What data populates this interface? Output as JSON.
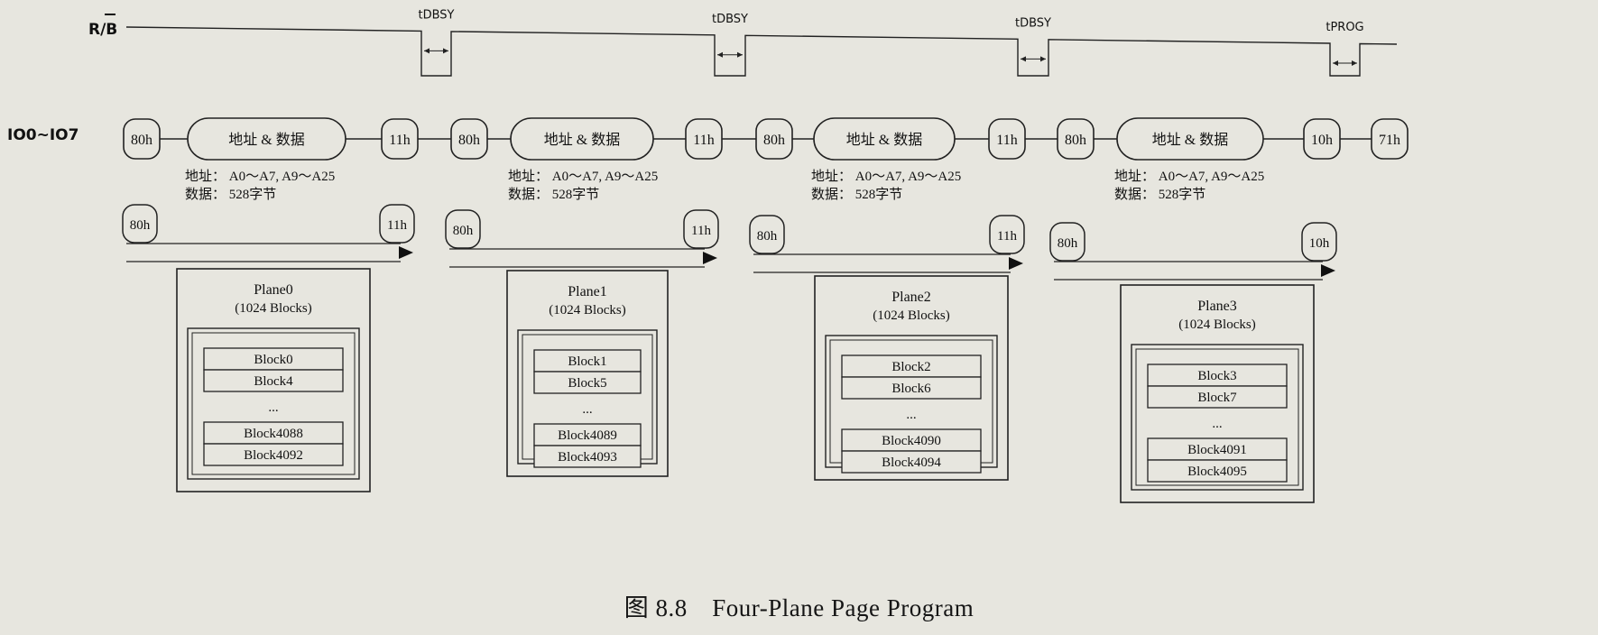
{
  "timing": {
    "rb_label": "R/B",
    "io_label": "IO0~IO7",
    "pulse_labels": [
      "tDBSY",
      "tDBSY",
      "tDBSY",
      "tPROG"
    ]
  },
  "sequence": [
    {
      "cmd1": "80h",
      "data_label": "地址 & 数据",
      "cmd2": "11h",
      "addr": "地址： A0～A7, A9～A25",
      "bytes": "数据： 528字节"
    },
    {
      "cmd1": "80h",
      "data_label": "地址 & 数据",
      "cmd2": "11h",
      "addr": "地址： A0～A7, A9～A25",
      "bytes": "数据： 528字节"
    },
    {
      "cmd1": "80h",
      "data_label": "地址 & 数据",
      "cmd2": "11h",
      "addr": "地址： A0～A7, A9～A25",
      "bytes": "数据： 528字节"
    },
    {
      "cmd1": "80h",
      "data_label": "地址 & 数据",
      "cmd2": "10h",
      "addr": "地址： A0～A7, A9～A25",
      "bytes": "数据： 528字节"
    }
  ],
  "final_cmd": "71h",
  "planes": [
    {
      "title": "Plane0",
      "subtitle": "(1024 Blocks)",
      "start_cmd": "80h",
      "end_cmd": "11h",
      "blocks_top": [
        "Block0",
        "Block4"
      ],
      "ellipsis": "...",
      "blocks_bottom": [
        "Block4088",
        "Block4092"
      ]
    },
    {
      "title": "Plane1",
      "subtitle": "(1024 Blocks)",
      "start_cmd": "80h",
      "end_cmd": "11h",
      "blocks_top": [
        "Block1",
        "Block5"
      ],
      "ellipsis": "...",
      "blocks_bottom": [
        "Block4089",
        "Block4093"
      ]
    },
    {
      "title": "Plane2",
      "subtitle": "(1024 Blocks)",
      "start_cmd": "80h",
      "end_cmd": "11h",
      "blocks_top": [
        "Block2",
        "Block6"
      ],
      "ellipsis": "...",
      "blocks_bottom": [
        "Block4090",
        "Block4094"
      ]
    },
    {
      "title": "Plane3",
      "subtitle": "(1024 Blocks)",
      "start_cmd": "80h",
      "end_cmd": "10h",
      "blocks_top": [
        "Block3",
        "Block7"
      ],
      "ellipsis": "...",
      "blocks_bottom": [
        "Block4091",
        "Block4095"
      ]
    }
  ],
  "caption": "图 8.8　Four-Plane Page Program"
}
